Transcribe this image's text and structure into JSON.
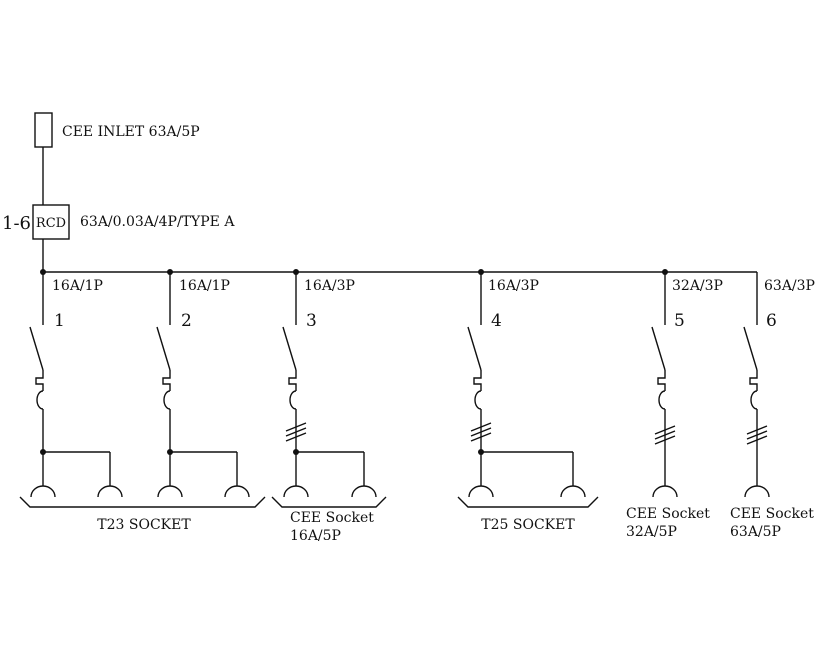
{
  "inlet": {
    "label": "CEE INLET 63A/5P"
  },
  "rcd": {
    "box_label": "RCD",
    "rating": "63A/0.03A/4P/TYPE A",
    "range_label": "1-6"
  },
  "circuits": [
    {
      "number": "1",
      "rating": "16A/1P"
    },
    {
      "number": "2",
      "rating": "16A/1P"
    },
    {
      "number": "3",
      "rating": "16A/3P"
    },
    {
      "number": "4",
      "rating": "16A/3P"
    },
    {
      "number": "5",
      "rating": "32A/3P"
    },
    {
      "number": "6",
      "rating": "63A/3P"
    }
  ],
  "groups": [
    {
      "lines": [
        "T23 SOCKET"
      ]
    },
    {
      "lines": [
        "CEE Socket",
        "16A/5P"
      ]
    },
    {
      "lines": [
        "T25 SOCKET"
      ]
    },
    {
      "lines": [
        "CEE Socket",
        "32A/5P"
      ]
    },
    {
      "lines": [
        "CEE Socket",
        "63A/5P"
      ]
    }
  ]
}
